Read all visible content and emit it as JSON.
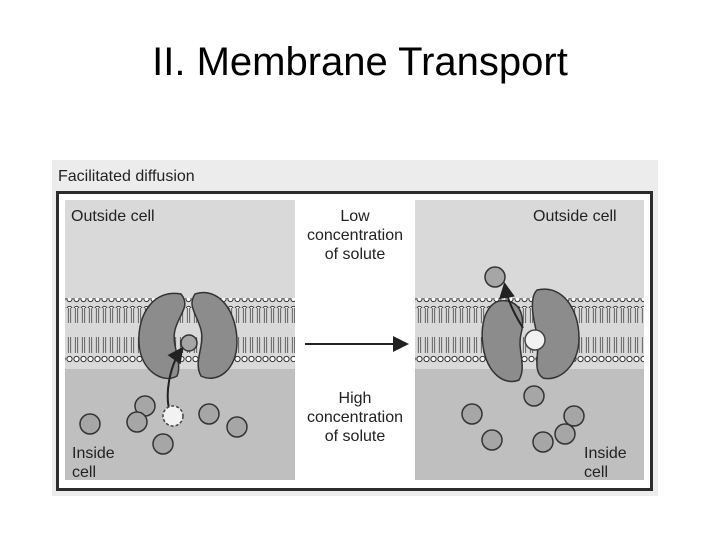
{
  "slide": {
    "title": "II. Membrane Transport"
  },
  "figure": {
    "caption": "Facilitated diffusion",
    "left_panel": {
      "outside_label": "Outside cell",
      "inside_label_1": "Inside",
      "inside_label_2": "cell"
    },
    "right_panel": {
      "outside_label": "Outside cell",
      "inside_label_1": "Inside",
      "inside_label_2": "cell"
    },
    "middle": {
      "low_1": "Low",
      "low_2": "concentration",
      "low_3": "of solute",
      "high_1": "High",
      "high_2": "concentration",
      "high_3": "of solute"
    }
  },
  "colors": {
    "outside_bg": "#d9d9d9",
    "inside_bg": "#bfbfbf",
    "protein": "#8c8c8c",
    "solute": "#a6a6a6",
    "moving_solute": "#f2f2f2"
  }
}
